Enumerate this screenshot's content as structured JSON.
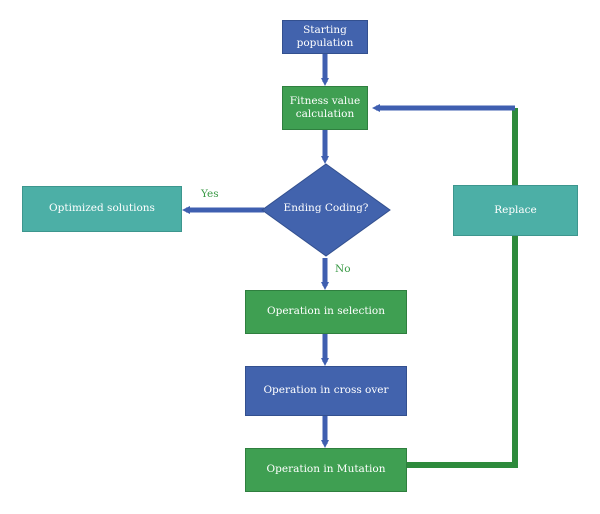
{
  "nodes": {
    "start": "Starting population",
    "fitness": "Fitness value calculation",
    "decision": "Ending Coding?",
    "optimized": "Optimized solutions",
    "selection": "Operation in selection",
    "crossover": "Operation in cross over",
    "mutation": "Operation in Mutation",
    "replace": "Replace"
  },
  "edges": {
    "yes": "Yes",
    "no": "No"
  },
  "colors": {
    "blue": "#4263ad",
    "green": "#3f9f52",
    "teal": "#4cafa6",
    "arrow_blue": "#3f5fb0",
    "arrow_green": "#2e8b3c"
  }
}
